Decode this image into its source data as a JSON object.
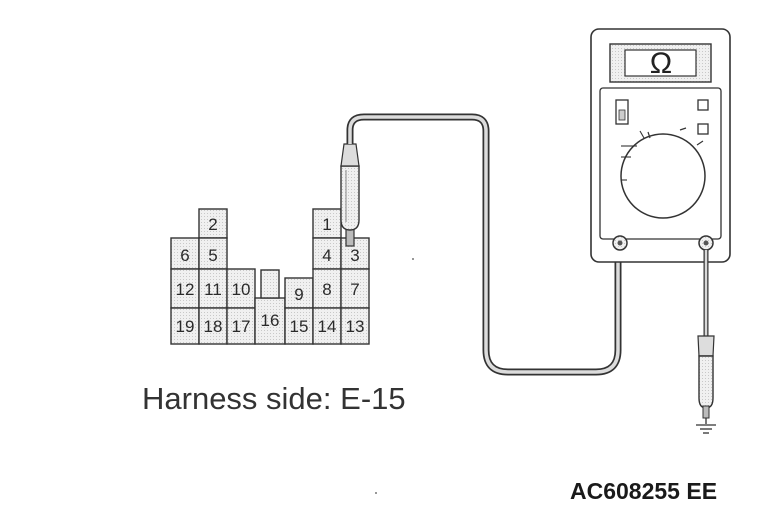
{
  "connector": {
    "cells": [
      {
        "label": "2"
      },
      {
        "label": "6"
      },
      {
        "label": "5"
      },
      {
        "label": "12"
      },
      {
        "label": "11"
      },
      {
        "label": "10"
      },
      {
        "label": "19"
      },
      {
        "label": "18"
      },
      {
        "label": "17"
      },
      {
        "label": "16"
      },
      {
        "label": "1"
      },
      {
        "label": "4"
      },
      {
        "label": "3"
      },
      {
        "label": "9"
      },
      {
        "label": "8"
      },
      {
        "label": "7"
      },
      {
        "label": "15"
      },
      {
        "label": "14"
      },
      {
        "label": "13"
      }
    ]
  },
  "caption": "Harness side: E-15",
  "meter": {
    "display_symbol": "Ω"
  },
  "figure_code": "AC608255 EE",
  "colors": {
    "line": "#333333",
    "fill": "#e6e6e6",
    "wire": "#3a3a3a"
  }
}
